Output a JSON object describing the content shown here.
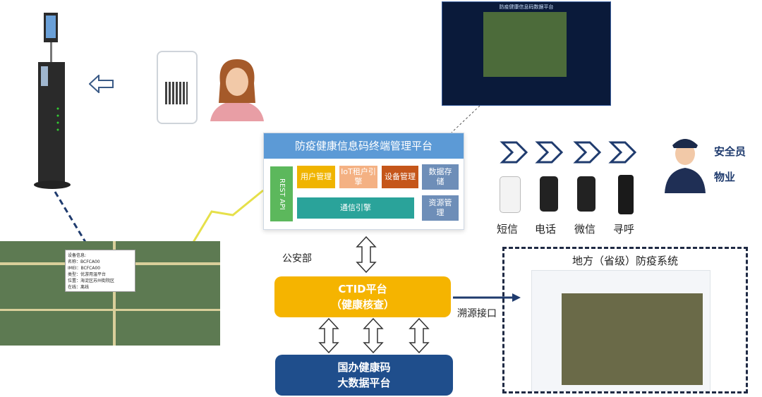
{
  "platform": {
    "title": "防疫健康信息码终端管理平台",
    "rest_api": "REST API",
    "modules": {
      "user": "用户管理",
      "iot": "IoT租户引擎",
      "device": "设备管理",
      "data": "数据存储",
      "comm": "通信引擎",
      "resource": "资源管理"
    }
  },
  "notifications": [
    "短信",
    "电话",
    "微信",
    "寻呼"
  ],
  "roles": [
    "安全员",
    "物业"
  ],
  "police_label": "公安部",
  "ctid": {
    "line1": "CTID平台",
    "line2": "（健康核查）"
  },
  "bigdata": {
    "line1": "国办健康码",
    "line2": "大数据平台"
  },
  "trace_label": "溯源接口",
  "local_system": {
    "title": "地方（省级）防疫系统"
  },
  "dashboard": {
    "title": "防疫健康信息码数据平台"
  },
  "device_tip": {
    "line1": "设备信息:",
    "line2": "名称：BCFCA00",
    "line3": "IMEI：BCFCA00",
    "line4": "类型：优游用温平台",
    "line5": "位置：海淀区苏州街院区",
    "line6": "在线：离线"
  },
  "colors": {
    "platform_header": "#5c9ad6",
    "ctid": "#f5b400",
    "bigdata": "#1f4e8c",
    "rest": "#5cb85c",
    "comm": "#2aa39a"
  }
}
